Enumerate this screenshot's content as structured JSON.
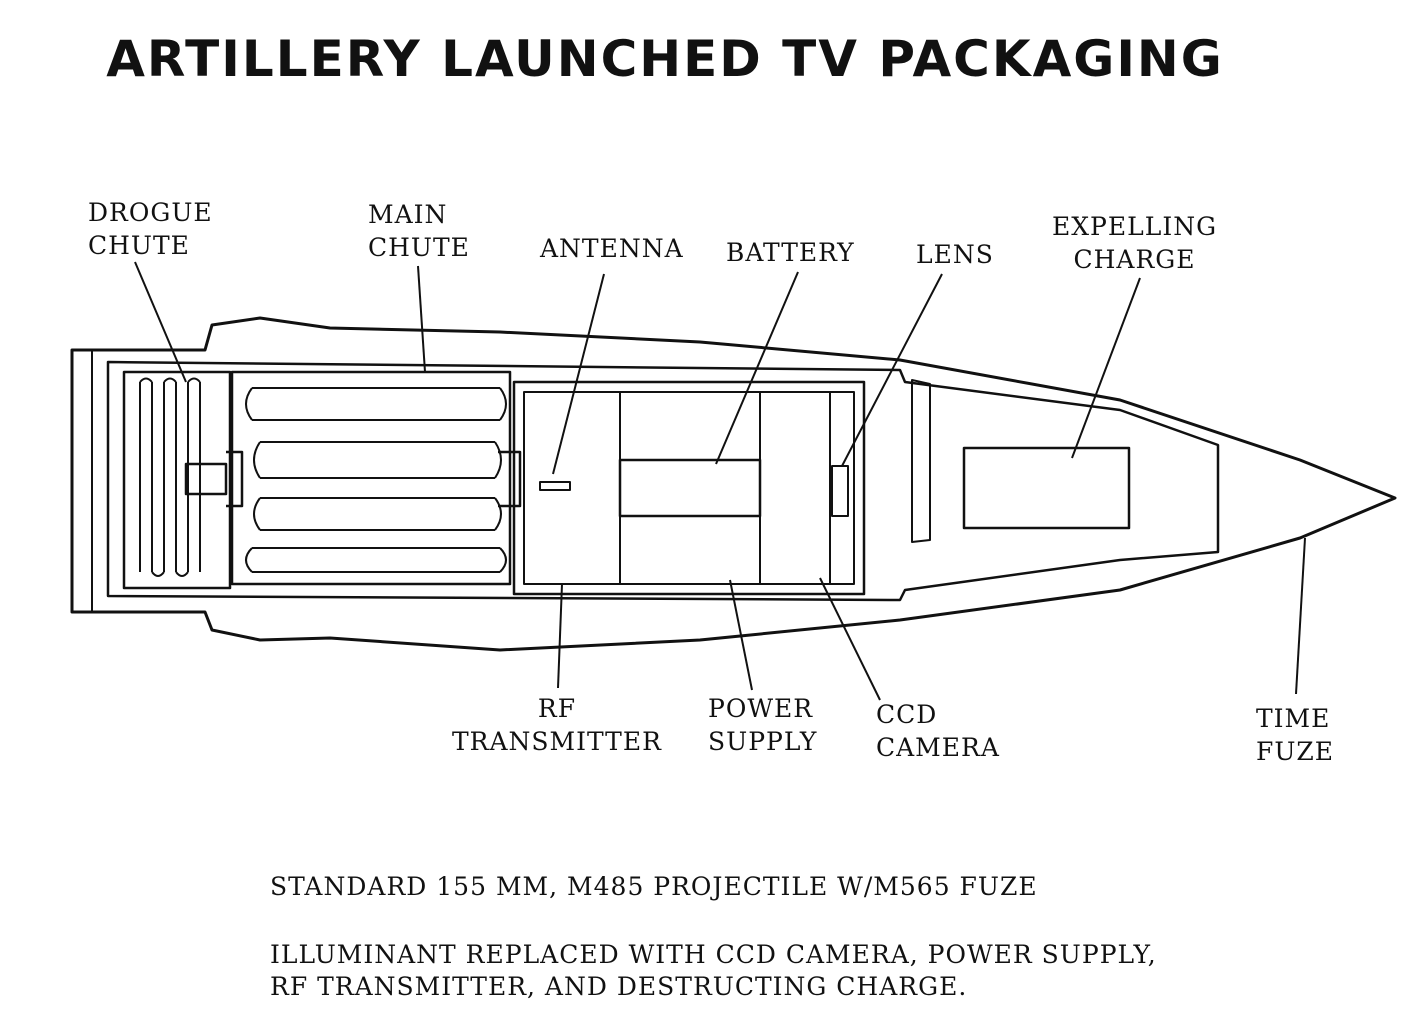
{
  "title": "ARTILLERY LAUNCHED TV PACKAGING",
  "labels": {
    "drogue_chute": [
      "DROGUE",
      "CHUTE"
    ],
    "main_chute": [
      "MAIN",
      "CHUTE"
    ],
    "antenna": [
      "ANTENNA"
    ],
    "battery": [
      "BATTERY"
    ],
    "lens": [
      "LENS"
    ],
    "expelling_charge": [
      "EXPELLING",
      "CHARGE"
    ],
    "rf_transmitter": [
      "RF",
      "TRANSMITTER"
    ],
    "power_supply": [
      "POWER",
      "SUPPLY"
    ],
    "ccd_camera": [
      "CCD",
      "CAMERA"
    ],
    "time_fuze": [
      "TIME",
      "FUZE"
    ]
  },
  "captions": {
    "line1": "STANDARD 155 MM, M485 PROJECTILE W/M565 FUZE",
    "line2": "ILLUMINANT REPLACED WITH CCD CAMERA, POWER SUPPLY,",
    "line3": "RF TRANSMITTER, AND DESTRUCTING CHARGE."
  }
}
